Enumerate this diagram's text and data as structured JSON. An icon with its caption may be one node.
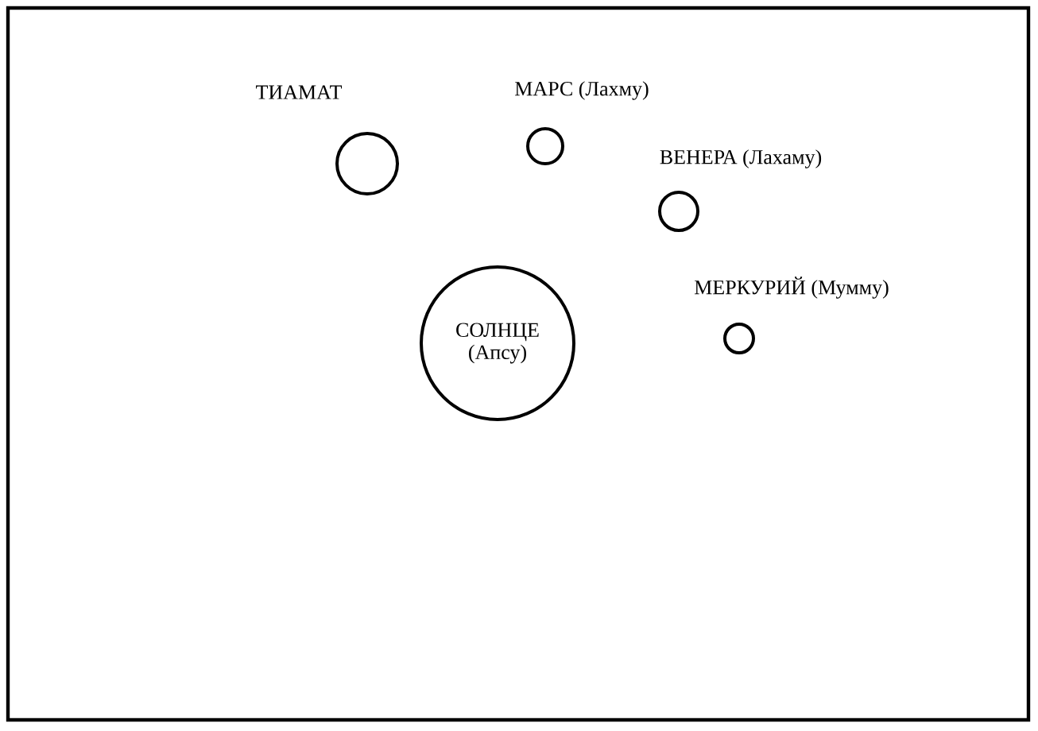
{
  "diagram": {
    "nodes": [
      {
        "text": [
          "ТИАМАТ"
        ]
      },
      {
        "text": [
          "МАРС (Лахму)"
        ]
      },
      {
        "text": [
          "ВЕНЕРА (Лахаму)"
        ]
      },
      {
        "text": [
          "СОЛНЦЕ (Апсу)"
        ]
      },
      {
        "text": [
          "МЕРКУРИЙ (Мумму)"
        ]
      }
    ]
  }
}
